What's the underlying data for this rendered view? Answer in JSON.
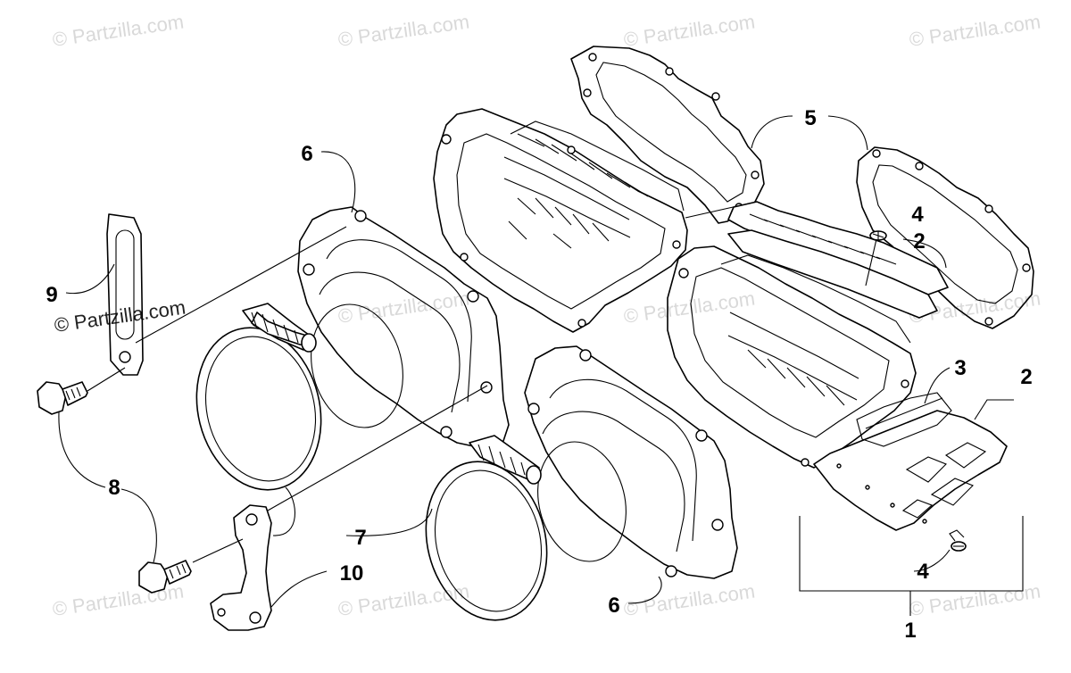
{
  "watermark": {
    "text": "© Partzilla.com"
  },
  "embedded_watermark": {
    "text": "© Partzilla.com"
  },
  "callouts": {
    "c1": "1",
    "c2a": "2",
    "c2b": "2",
    "c3": "3",
    "c4a": "4",
    "c4b": "4",
    "c5": "5",
    "c6a": "6",
    "c6b": "6",
    "c7": "7",
    "c8": "8",
    "c9": "9",
    "c10": "10"
  }
}
